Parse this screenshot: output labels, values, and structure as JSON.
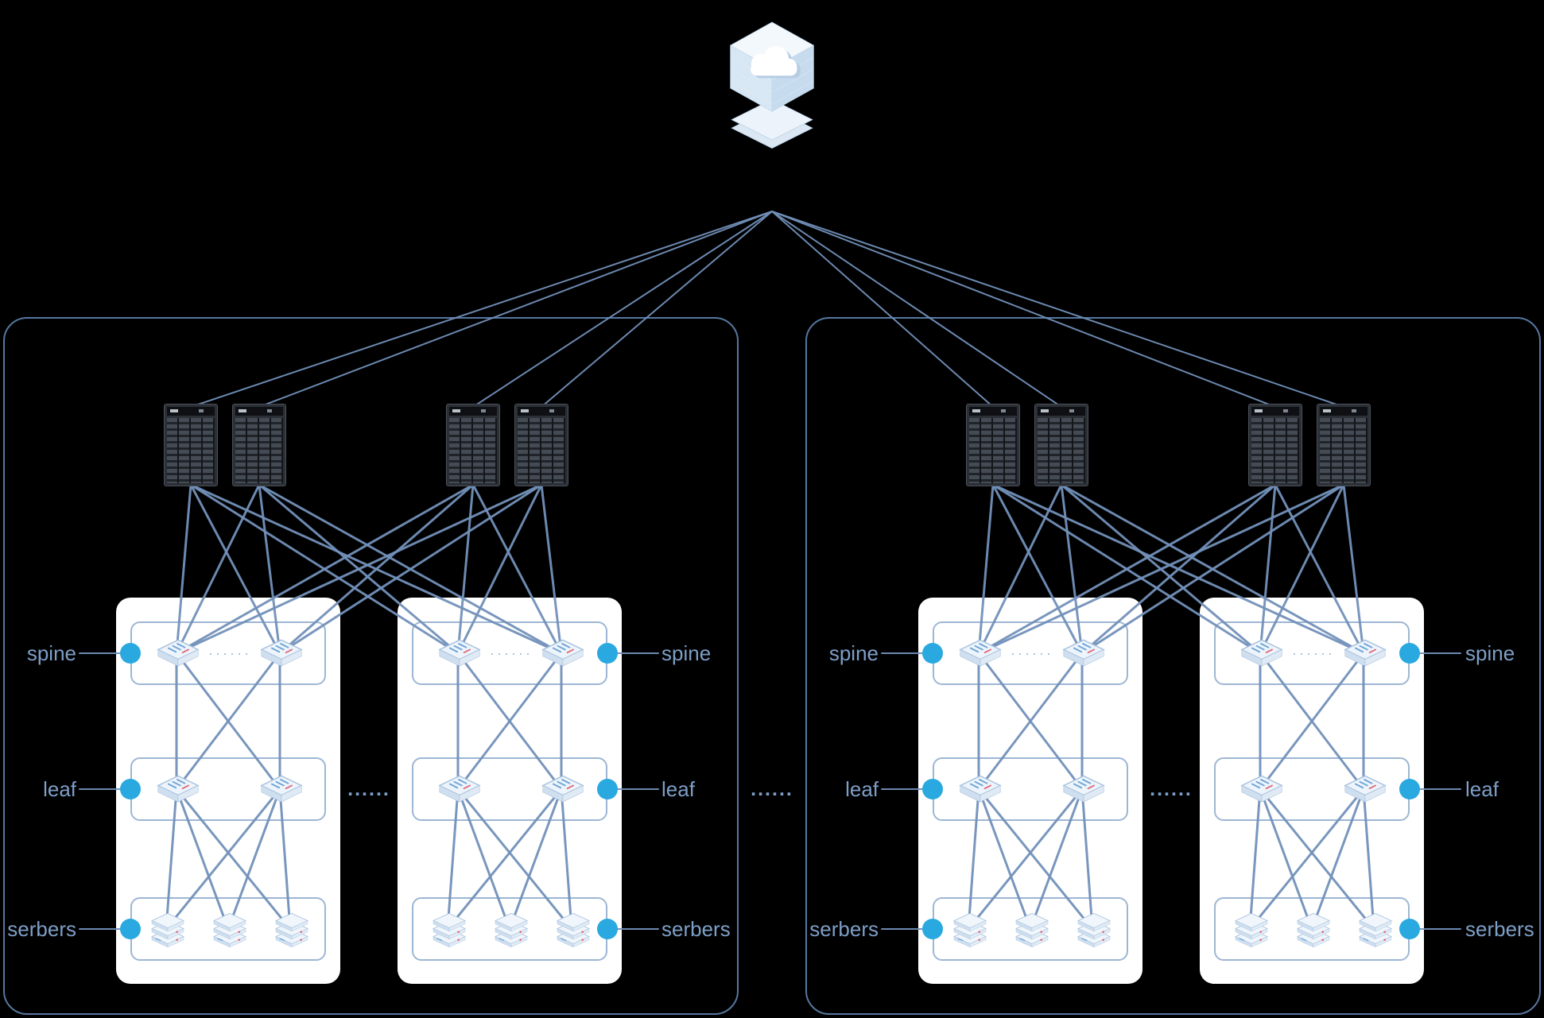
{
  "labels": {
    "spine": "spine",
    "leaf": "leaf",
    "serbers": "serbers"
  },
  "separator_dots": "......",
  "spine_row_dots": "······",
  "icons": {
    "cloud": "cloud-platform-icon",
    "chassis": "core-switch-icon",
    "switch": "network-switch-icon",
    "server": "server-stack-icon"
  },
  "colors": {
    "background": "#000000",
    "container_border": "#56779f",
    "connection_line": "#7291ba",
    "label_text": "#7d9fc7",
    "row_border": "#9db6d4",
    "marker_dot": "#29a9e0",
    "pod_background": "#ffffff"
  }
}
